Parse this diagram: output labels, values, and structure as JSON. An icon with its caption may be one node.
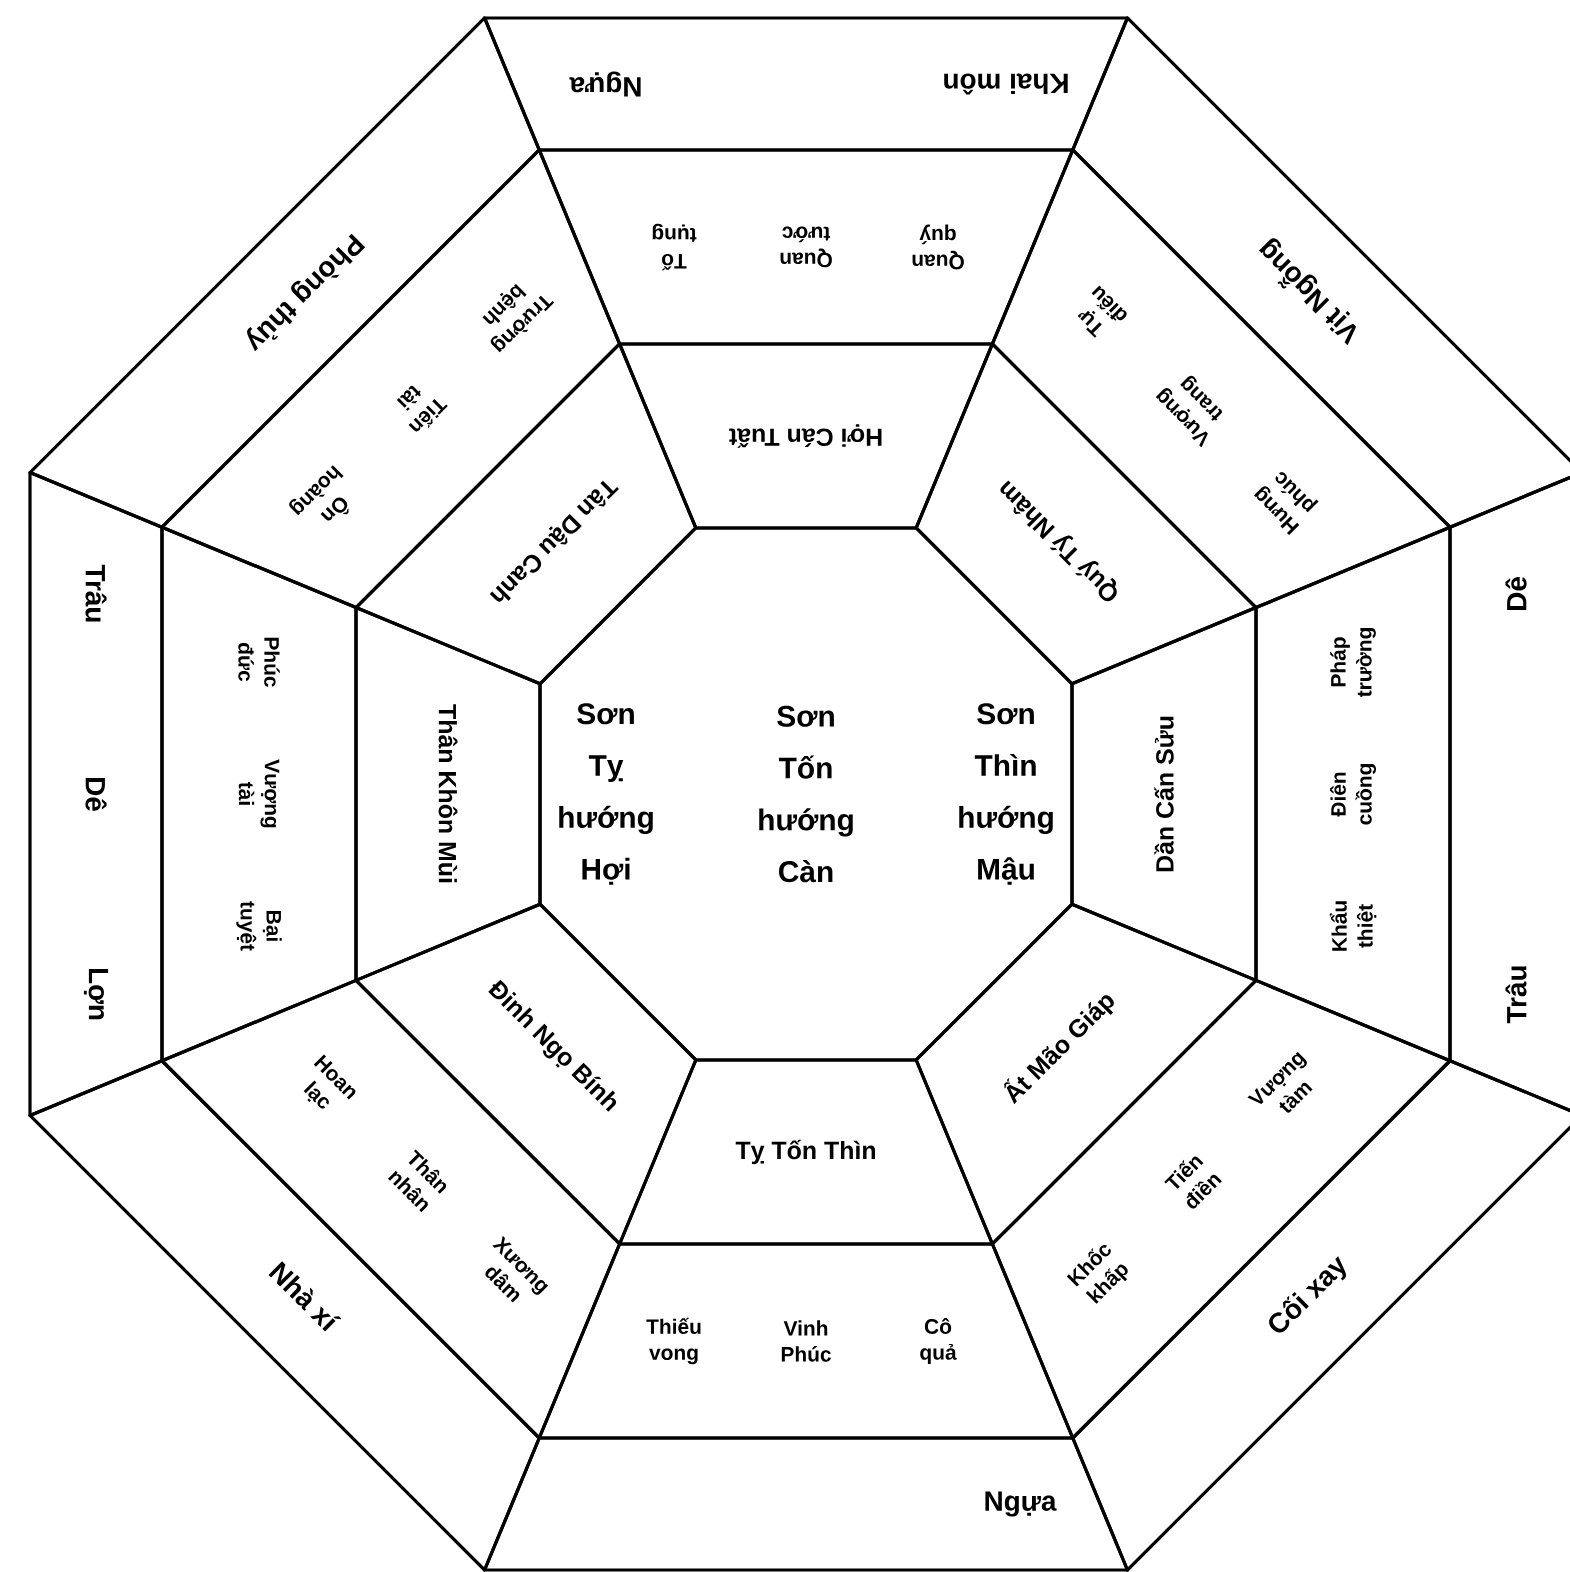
{
  "diagram": {
    "nodes": [
      {
        "text": [
          "Sơn Tỵ hướng Hợi",
          "Sơn Tốn hướng Càn",
          "Sơn Thìn hướng Mậu"
        ]
      },
      {
        "text": [
          "Hợi Cán Tuất"
        ]
      },
      {
        "text": [
          "Quý Tý Nhâm"
        ]
      },
      {
        "text": [
          "Dần Cấn Sửu"
        ]
      },
      {
        "text": [
          "Ất Mão Giáp"
        ]
      },
      {
        "text": [
          "Tỵ Tốn Thìn"
        ]
      },
      {
        "text": [
          "Đinh Ngọ Bính"
        ]
      },
      {
        "text": [
          "Thân Khôn Mùi"
        ]
      },
      {
        "text": [
          "Tân Dậu Canh"
        ]
      },
      {
        "text": [
          "Quan quý",
          "Quan tước",
          "Tố tụng"
        ]
      },
      {
        "text": [
          "Hưng phúc",
          "Vượng trang",
          "Tự điếu"
        ]
      },
      {
        "text": [
          "Khẩu thiệt",
          "Điên cuồng",
          "Pháp trường"
        ]
      },
      {
        "text": [
          "Khốc khấp",
          "Tiến điền",
          "Vượng tàm"
        ]
      },
      {
        "text": [
          "Thiếu vong",
          "Vinh Phúc",
          "Cô quả"
        ]
      },
      {
        "text": [
          "Hoan lạc",
          "Thân nhân",
          "Xương dâm"
        ]
      },
      {
        "text": [
          "Phúc đức",
          "Vượng tài",
          "Bại tuyệt"
        ]
      },
      {
        "text": [
          "Trường bệnh",
          "Tiến tài",
          "Ôn hoàng"
        ]
      },
      {
        "text": [
          "Khai môn",
          "Ngựa"
        ]
      },
      {
        "text": [
          "Vịt Ngỗng"
        ]
      },
      {
        "text": [
          "Trâu",
          "Dê"
        ]
      },
      {
        "text": [
          "Cối xay"
        ]
      },
      {
        "text": [
          "Ngựa"
        ]
      },
      {
        "text": [
          "Nhà xí"
        ]
      },
      {
        "text": [
          "Trâu",
          "Dê",
          "Lợn"
        ]
      },
      {
        "text": [
          "Phòng thủy"
        ]
      }
    ]
  }
}
